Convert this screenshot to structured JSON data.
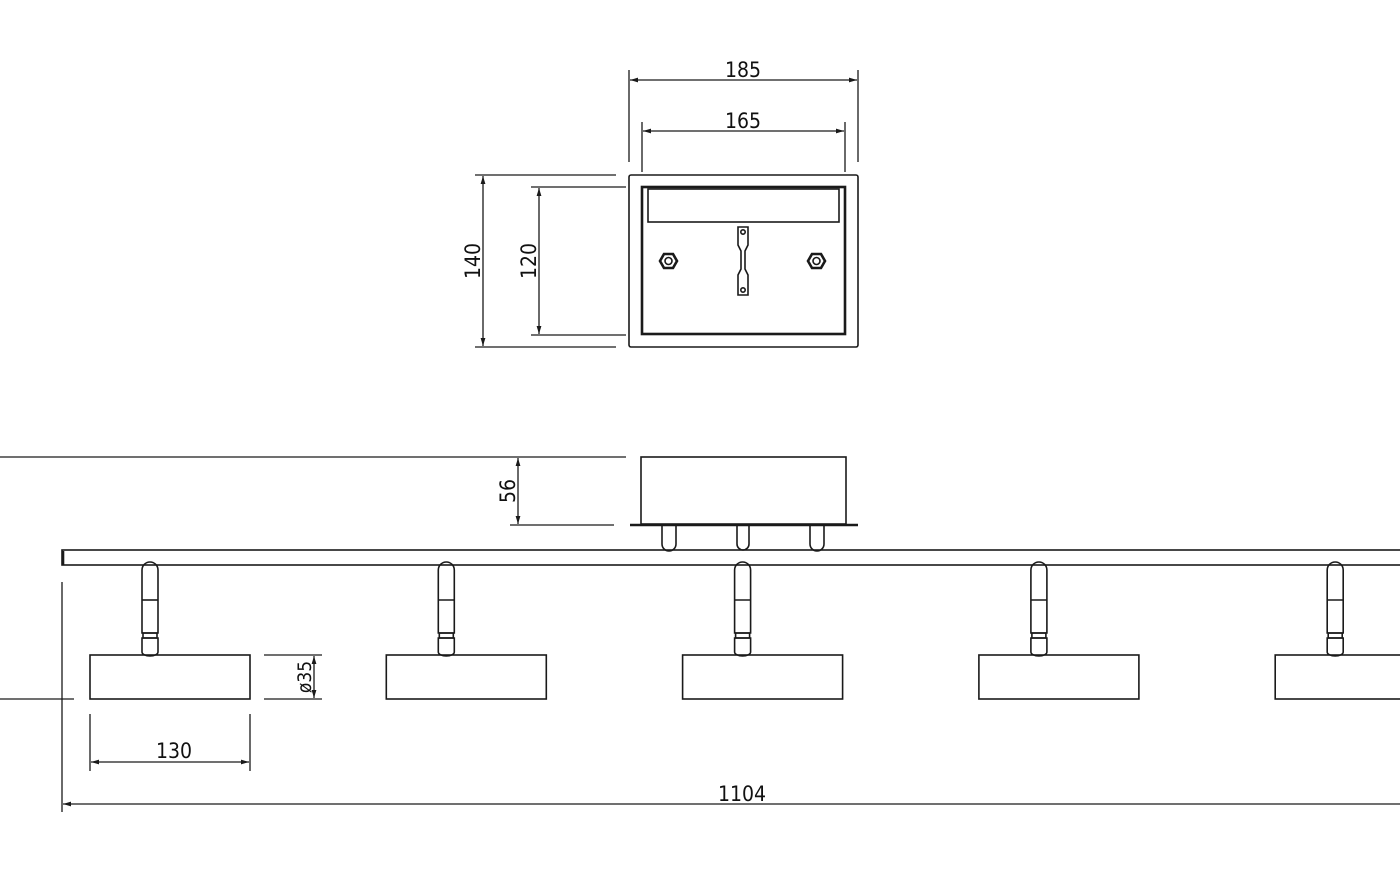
{
  "drawing": {
    "dimensions": {
      "canopy_outer_width": "185",
      "canopy_inner_width": "165",
      "canopy_outer_depth": "140",
      "canopy_inner_depth": "120",
      "canopy_height": "56",
      "head_diameter": "ø35",
      "head_length": "130",
      "overall_length": "1104"
    },
    "spotlight_count": 5,
    "line_color": "#1a1a1a"
  }
}
